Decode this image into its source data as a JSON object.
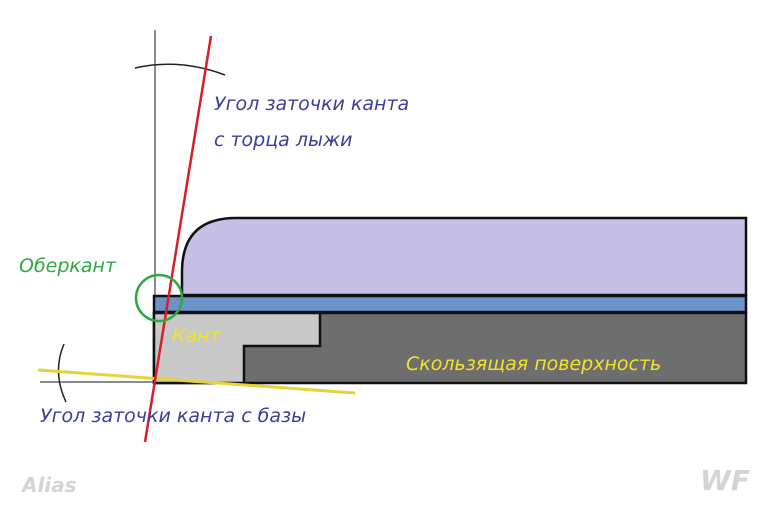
{
  "labels": {
    "face_angle": [
      "Угол заточки канта",
      "с торца лыжи"
    ],
    "top_edge": "Оберкант",
    "edge": "Кант",
    "base": "Скользящая поверхность",
    "base_angle": "Угол заточки канта с базы"
  },
  "watermarks": {
    "left": "Alias",
    "right": "WF"
  },
  "colors": {
    "ski_top": "#c7c0e6",
    "blue_layer": "#6b93c7",
    "edge_metal": "#c8c8c8",
    "base_dark": "#6e6e6e",
    "red_line": "#d61f2b",
    "yellow_line": "#e8d23a",
    "guide_gray": "#8c8c8c",
    "green_circle": "#2fa843",
    "label_blue": "#3a3f98",
    "label_green": "#2fa843",
    "label_yellow": "#f2e22a",
    "watermark": "#d4d4d4"
  }
}
